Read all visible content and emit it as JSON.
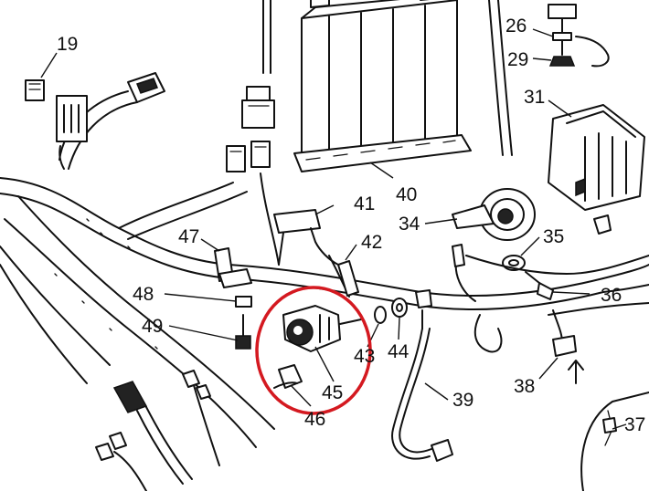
{
  "callouts": {
    "c19": "19",
    "c26": "26",
    "c29": "29",
    "c31": "31",
    "c40": "40",
    "c41": "41",
    "c34": "34",
    "c35": "35",
    "c47": "47",
    "c42": "42",
    "c48": "48",
    "c36": "36",
    "c49": "49",
    "c43": "43",
    "c44": "44",
    "c38": "38",
    "c45": "45",
    "c39": "39",
    "c46": "46",
    "c37": "37"
  },
  "highlight": {
    "part": "45",
    "color": "#d41920"
  }
}
